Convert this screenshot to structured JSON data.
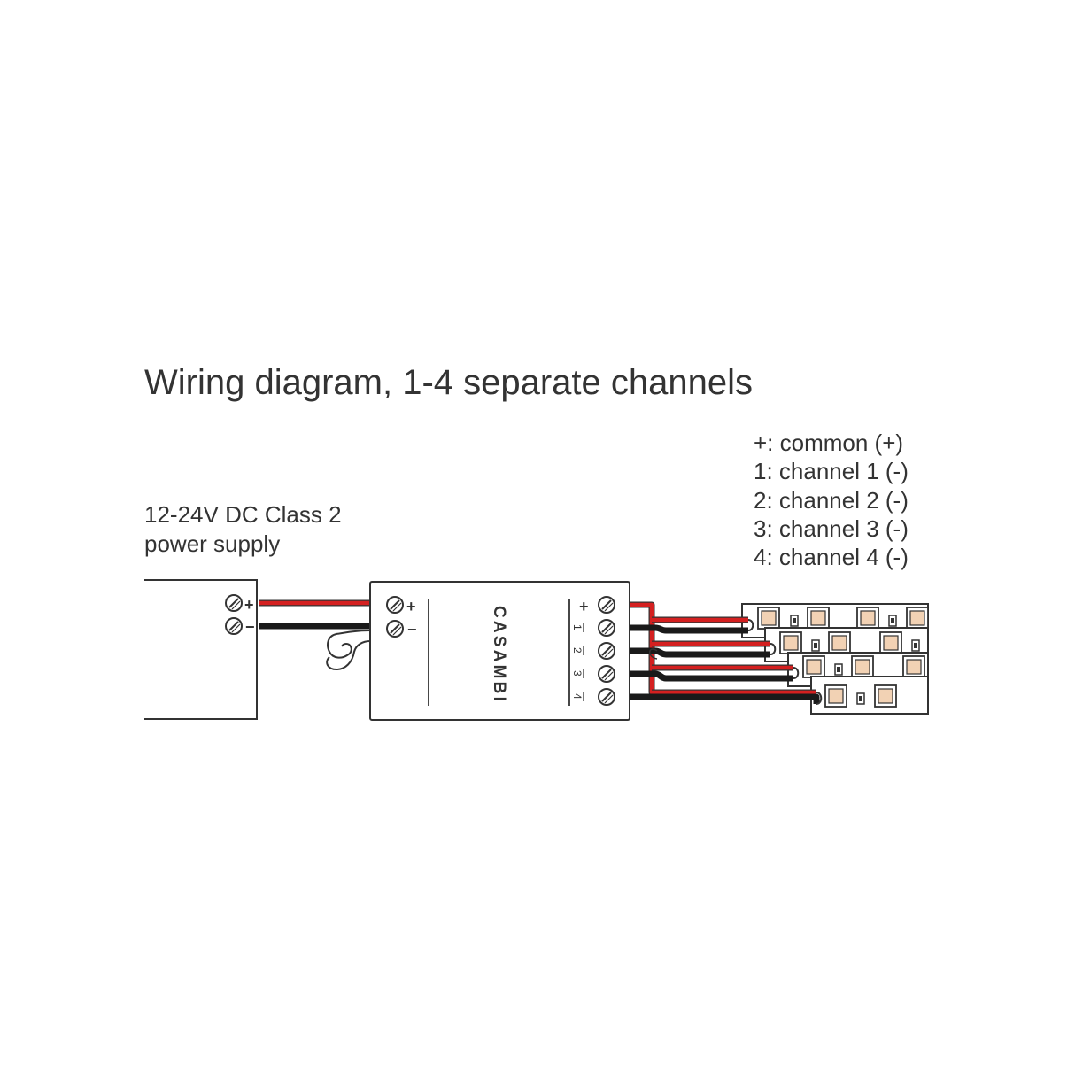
{
  "title": "Wiring diagram, 1-4 separate channels",
  "power_supply": {
    "label_line1": "12-24V DC Class 2",
    "label_line2": "power supply",
    "terminal_plus": "+",
    "terminal_minus": "−"
  },
  "controller": {
    "brand": "CASAMBI",
    "input_plus": "+",
    "input_minus": "−",
    "output_plus": "+",
    "output_1": "1",
    "output_2": "2",
    "output_3": "3",
    "output_4": "4"
  },
  "legend": [
    "+: common (+)",
    "1: channel 1 (-)",
    "2: channel 2 (-)",
    "3: channel 3 (-)",
    "4: channel 4 (-)"
  ],
  "colors": {
    "positive_wire": "#d42020",
    "negative_wire": "#1a1a1a",
    "outline": "#333333",
    "led": "#f2d2b4"
  }
}
